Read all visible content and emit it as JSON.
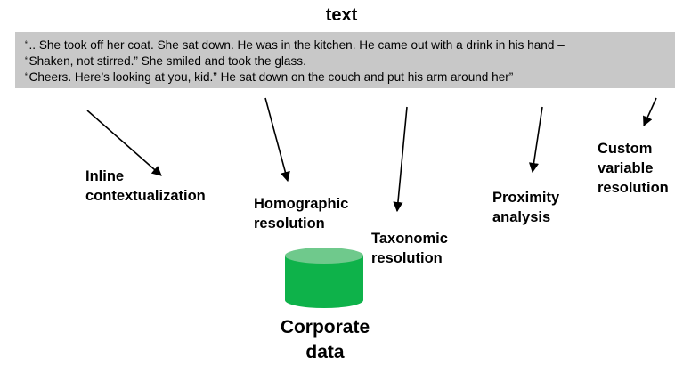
{
  "title": "text",
  "passage": {
    "line1": "“.. She took off her coat. She sat down. He was in the kitchen. He came out with a drink in his hand –",
    "line2": "“Shaken, not stirred.” She smiled and took the glass.",
    "line3": "“Cheers. Here’s looking at you, kid.” He sat down on the couch and put his arm around her”"
  },
  "labels": {
    "inline": "Inline\ncontextualization",
    "homographic": "Homographic\nresolution",
    "taxonomic": "Taxonomic\nresolution",
    "proximity": "Proximity\nanalysis",
    "custom": "Custom\nvariable\nresolution"
  },
  "database": {
    "label": "Corporate\ndata",
    "body_color": "#0eb24a",
    "top_color": "#6fc98c"
  }
}
